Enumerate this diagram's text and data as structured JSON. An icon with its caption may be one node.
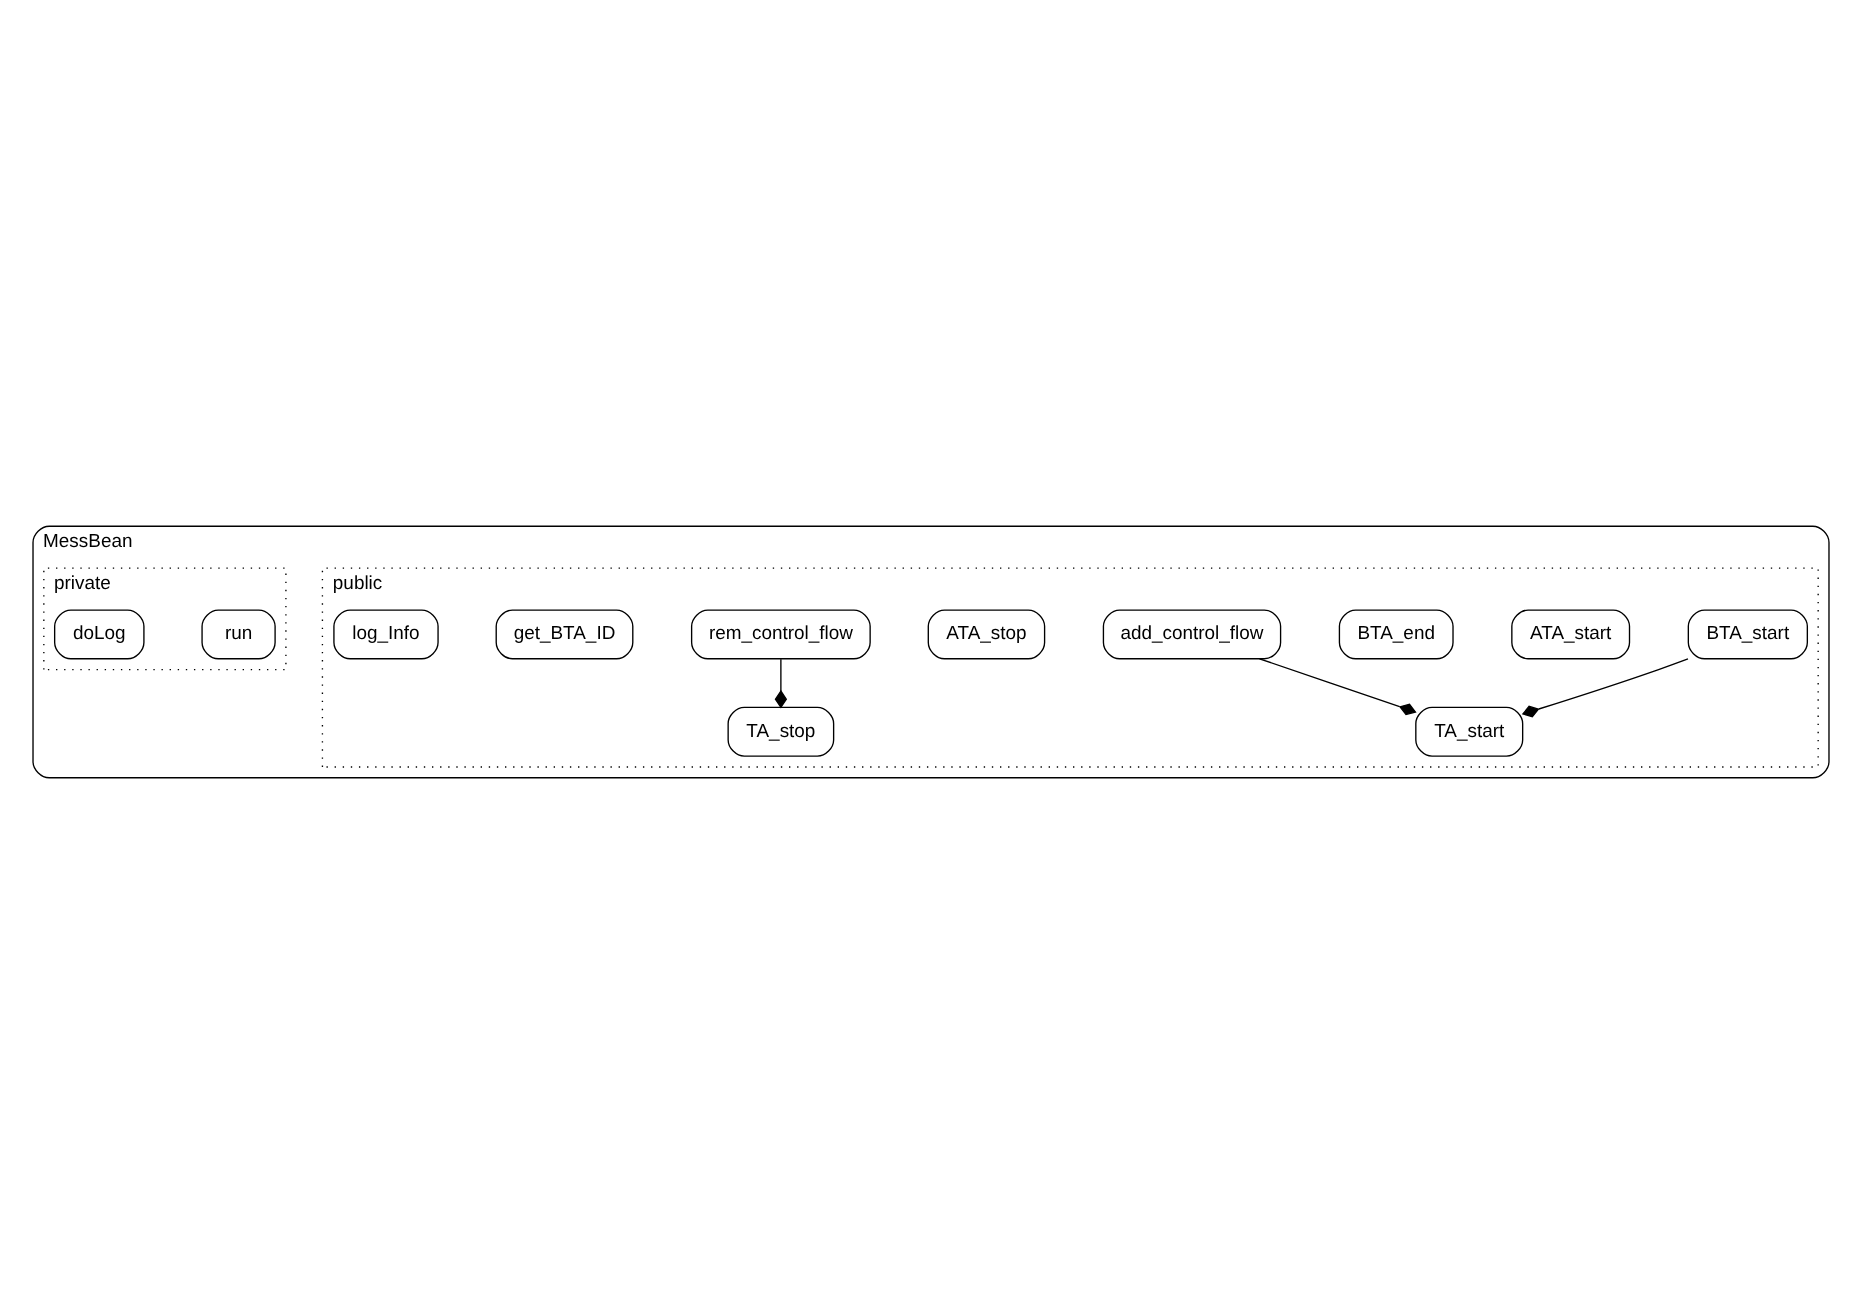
{
  "diagram": {
    "nodes": [
      {
        "text": [
          "MessBean"
        ]
      },
      {
        "text": [
          "public"
        ],
        "in": 0
      },
      {
        "text": [
          "BTA_start"
        ],
        "in": 1
      },
      {
        "text": [
          "ATA_start"
        ],
        "in": 1
      },
      {
        "text": [
          "BTA_end"
        ],
        "in": 1
      },
      {
        "text": [
          "add_control_flow"
        ],
        "in": 1
      },
      {
        "text": [
          "ATA_stop"
        ],
        "in": 1
      },
      {
        "text": [
          "rem_control_flow"
        ],
        "in": 1
      },
      {
        "text": [
          "TA_start"
        ],
        "in": 1
      },
      {
        "text": [
          "TA_stop"
        ],
        "in": 1
      },
      {
        "text": [
          "get_BTA_ID"
        ],
        "in": 1
      },
      {
        "text": [
          "log_Info"
        ],
        "in": 1
      },
      {
        "text": [
          "private"
        ],
        "in": 0
      },
      {
        "text": [
          "run"
        ],
        "in": 12
      },
      {
        "text": [
          "doLog"
        ],
        "in": 12
      }
    ],
    "edges": [
      {
        "from": 2,
        "to": 8,
        "arrow": "other"
      },
      {
        "from": 5,
        "to": 8,
        "arrow": "other"
      },
      {
        "from": 7,
        "to": 9,
        "arrow": "other"
      }
    ]
  }
}
